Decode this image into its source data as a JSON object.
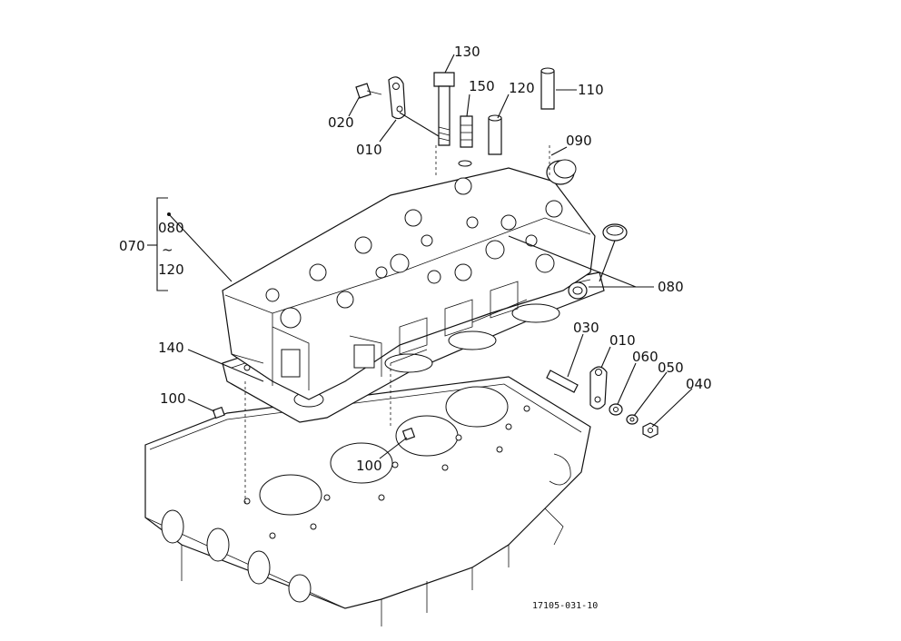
{
  "diagram": {
    "drawing_code": "17105-031-10",
    "callouts": {
      "c130": "130",
      "c150": "150",
      "c120": "120",
      "c110": "110",
      "c020": "020",
      "c010_top": "010",
      "c090": "090",
      "c070": "070",
      "c080_brace_top": "080",
      "c_tilde": "~",
      "c120_brace_bot": "120",
      "c080_right": "080",
      "c140": "140",
      "c100_left": "100",
      "c100_mid": "100",
      "c030": "030",
      "c010_right": "010",
      "c060": "060",
      "c050": "050",
      "c040": "040"
    }
  }
}
